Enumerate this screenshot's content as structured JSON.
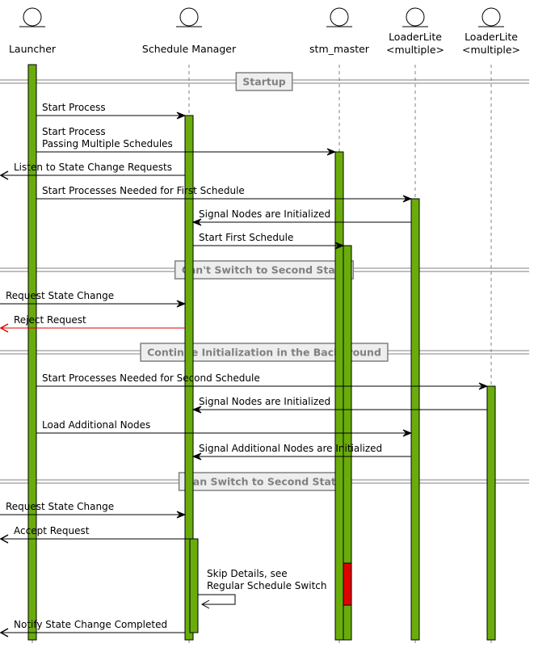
{
  "participants": [
    {
      "id": "launcher",
      "name": "Launcher",
      "sub": ""
    },
    {
      "id": "schedule_manager",
      "name": "Schedule Manager",
      "sub": ""
    },
    {
      "id": "stm_master",
      "name": "stm_master",
      "sub": ""
    },
    {
      "id": "loaderlite_a",
      "name": "LoaderLite",
      "sub": "<multiple>"
    },
    {
      "id": "loaderlite_b",
      "name": "LoaderLite",
      "sub": "<multiple>"
    }
  ],
  "separators": [
    {
      "label": "Startup"
    },
    {
      "label": "Can't Switch to Second State"
    },
    {
      "label": "Continue Initialization in the Background"
    },
    {
      "label": "Can Switch to Second State"
    }
  ],
  "messages": [
    {
      "from": "launcher",
      "to": "schedule_manager",
      "lines": [
        "Start Process"
      ]
    },
    {
      "from": "launcher",
      "to": "stm_master",
      "lines": [
        "Start Process",
        "Passing Multiple Schedules"
      ]
    },
    {
      "from": "schedule_manager",
      "to": "offscreen_left",
      "lines": [
        "Listen to State Change Requests"
      ]
    },
    {
      "from": "launcher",
      "to": "loaderlite_a",
      "lines": [
        "Start Processes Needed for First Schedule"
      ]
    },
    {
      "from": "loaderlite_a",
      "to": "schedule_manager",
      "lines": [
        "Signal Nodes are Initialized"
      ]
    },
    {
      "from": "schedule_manager",
      "to": "stm_master",
      "lines": [
        "Start First Schedule"
      ]
    },
    {
      "from": "offscreen_left",
      "to": "schedule_manager",
      "lines": [
        "Request State Change"
      ]
    },
    {
      "from": "schedule_manager",
      "to": "offscreen_left",
      "lines": [
        "Reject Request"
      ],
      "color": "#e00000"
    },
    {
      "from": "launcher",
      "to": "loaderlite_b",
      "lines": [
        "Start Processes Needed for Second Schedule"
      ]
    },
    {
      "from": "loaderlite_b",
      "to": "schedule_manager",
      "lines": [
        "Signal Nodes are Initialized"
      ]
    },
    {
      "from": "launcher",
      "to": "loaderlite_a",
      "lines": [
        "Load Additional Nodes"
      ]
    },
    {
      "from": "loaderlite_a",
      "to": "schedule_manager",
      "lines": [
        "Signal Additional Nodes are Initialized"
      ]
    },
    {
      "from": "offscreen_left",
      "to": "schedule_manager",
      "lines": [
        "Request State Change"
      ]
    },
    {
      "from": "schedule_manager",
      "to": "offscreen_left",
      "lines": [
        "Accept Request"
      ]
    },
    {
      "from": "schedule_manager",
      "to": "schedule_manager",
      "lines": [
        "Skip Details, see",
        "Regular Schedule Switch"
      ]
    },
    {
      "from": "schedule_manager",
      "to": "offscreen_left",
      "lines": [
        "Notify State Change Completed"
      ]
    }
  ],
  "colors": {
    "activation": "#6aac0c",
    "activation_alert": "#e00000",
    "lifeline": "#808080",
    "separator_line": "#808080",
    "separator_box": "#eeeeee",
    "reject_arrow": "#e00000",
    "actor_head": "#ffffff"
  },
  "icons": {
    "participant": "boundary-actor-icon"
  }
}
